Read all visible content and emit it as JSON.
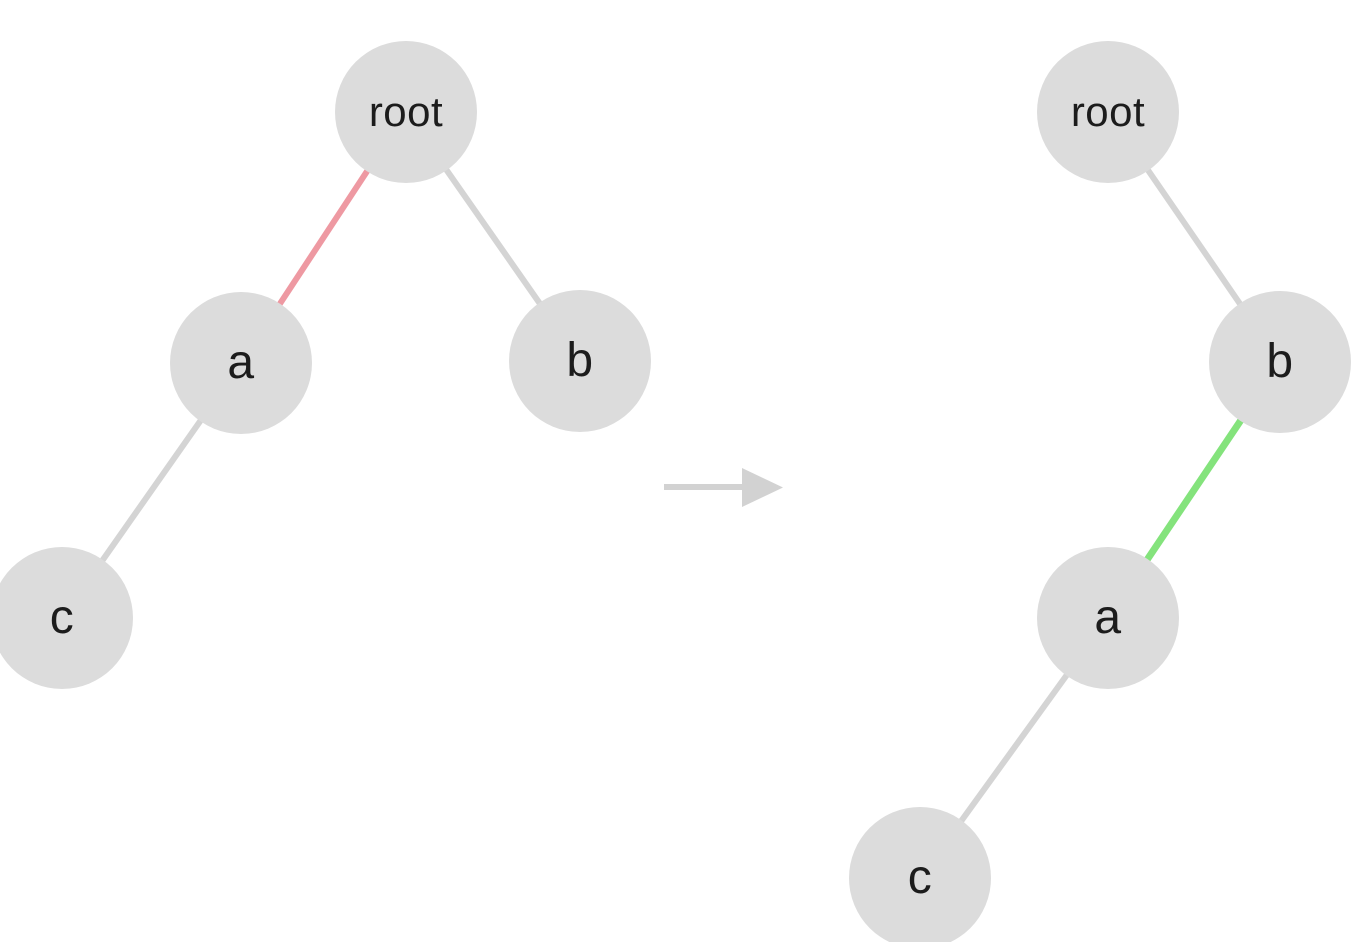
{
  "colors": {
    "background": "#ffffff",
    "node_fill": "#dcdcdc",
    "node_label": "#1c1c1c",
    "edge_default": "#d4d4d4",
    "edge_removed": "#ee99a2",
    "edge_added": "#84e37c",
    "arrow": "#d2d2d2"
  },
  "before_tree": {
    "nodes": [
      {
        "id": "root",
        "label": "root"
      },
      {
        "id": "a",
        "label": "a"
      },
      {
        "id": "b",
        "label": "b"
      },
      {
        "id": "c",
        "label": "c"
      }
    ],
    "edges": [
      {
        "from": "root",
        "to": "a",
        "highlight": "removed"
      },
      {
        "from": "root",
        "to": "b",
        "highlight": "none"
      },
      {
        "from": "a",
        "to": "c",
        "highlight": "none"
      }
    ]
  },
  "after_tree": {
    "nodes": [
      {
        "id": "root",
        "label": "root"
      },
      {
        "id": "b",
        "label": "b"
      },
      {
        "id": "a",
        "label": "a"
      },
      {
        "id": "c",
        "label": "c"
      }
    ],
    "edges": [
      {
        "from": "root",
        "to": "b",
        "highlight": "none"
      },
      {
        "from": "b",
        "to": "a",
        "highlight": "added"
      },
      {
        "from": "a",
        "to": "c",
        "highlight": "none"
      }
    ]
  },
  "transition_arrow": {
    "direction": "right"
  }
}
